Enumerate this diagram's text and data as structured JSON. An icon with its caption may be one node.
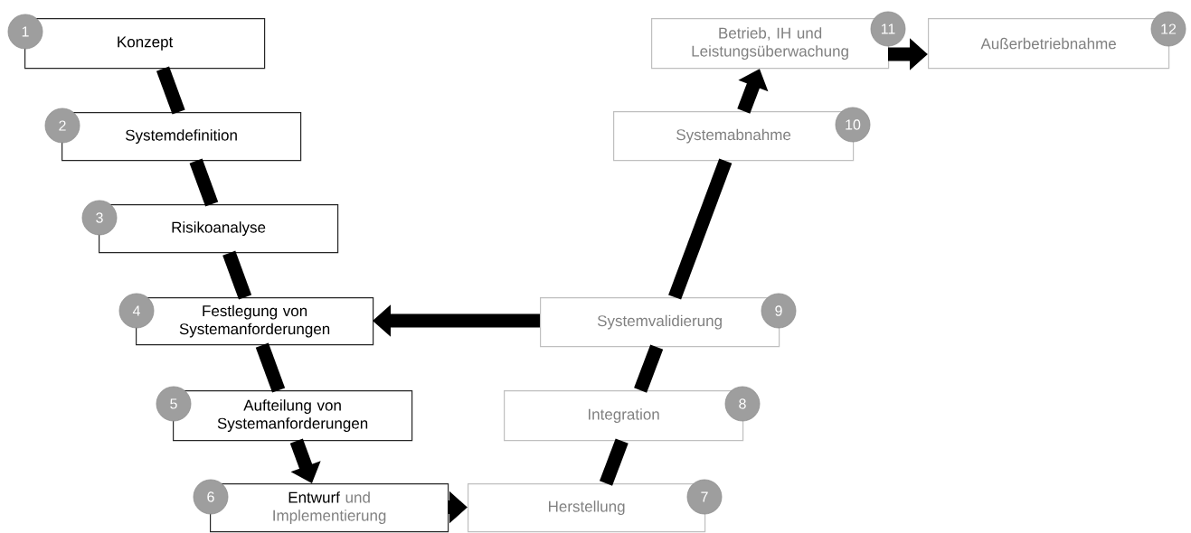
{
  "diagram": {
    "nodes": [
      {
        "text": [
          "Konzept"
        ]
      },
      {
        "text": [
          "1"
        ]
      },
      {
        "text": [
          "Systemdefinition"
        ]
      },
      {
        "text": [
          "2"
        ]
      },
      {
        "text": [
          "Risikoanalyse"
        ]
      },
      {
        "text": [
          "3"
        ]
      },
      {
        "text": [
          "Festlegung von Systemanforderungen"
        ]
      },
      {
        "text": [
          "4"
        ]
      },
      {
        "text": [
          "Aufteilung von Systemanforderungen"
        ]
      },
      {
        "text": [
          "5"
        ]
      },
      {
        "text": [
          "Entwurf",
          "und Implementierung"
        ]
      },
      {
        "text": [
          "6"
        ]
      },
      {
        "text": [
          "Herstellung"
        ]
      },
      {
        "text": [
          "7"
        ]
      },
      {
        "text": [
          "Integration"
        ]
      },
      {
        "text": [
          "8"
        ]
      },
      {
        "text": [
          "Systemvalidierung"
        ]
      },
      {
        "text": [
          "9"
        ]
      },
      {
        "text": [
          "Systemabnahme"
        ]
      },
      {
        "text": [
          "10"
        ]
      },
      {
        "text": [
          "Betrieb, IH und Leistungsüberwachung"
        ]
      },
      {
        "text": [
          "11"
        ]
      },
      {
        "text": [
          "Außerbetriebnahme"
        ]
      },
      {
        "text": [
          "12"
        ]
      }
    ],
    "edges": [
      {
        "from": 0,
        "to": 2,
        "arrow": "none"
      },
      {
        "from": 2,
        "to": 4,
        "arrow": "none"
      },
      {
        "from": 4,
        "to": 6,
        "arrow": "none"
      },
      {
        "from": 6,
        "to": 8,
        "arrow": "none"
      },
      {
        "from": 8,
        "to": 10,
        "arrow": "to"
      },
      {
        "from": 10,
        "to": 12,
        "arrow": "to"
      },
      {
        "from": 12,
        "to": 14,
        "arrow": "none"
      },
      {
        "from": 14,
        "to": 16,
        "arrow": "none"
      },
      {
        "from": 16,
        "to": 18,
        "arrow": "none"
      },
      {
        "from": 18,
        "to": 20,
        "arrow": "to"
      },
      {
        "from": 16,
        "to": 6,
        "arrow": "to"
      },
      {
        "from": 20,
        "to": 22,
        "arrow": "to"
      }
    ]
  }
}
